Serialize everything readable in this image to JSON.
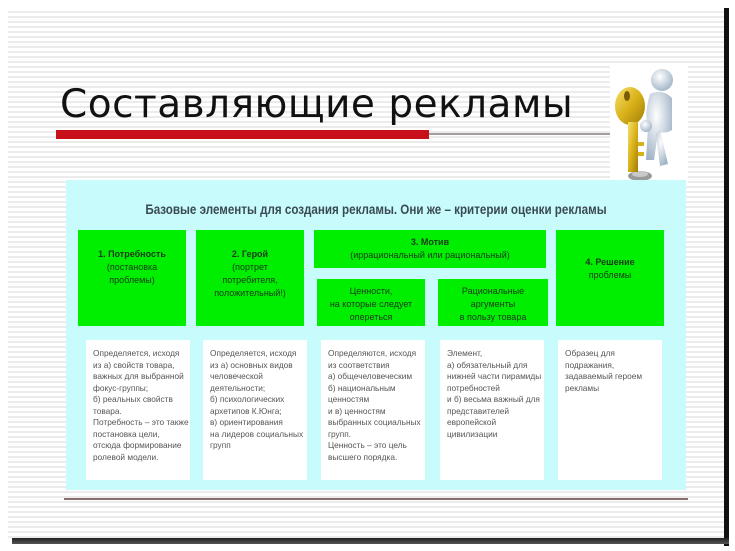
{
  "slide": {
    "title": "Составляющие рекламы",
    "image": "person-with-golden-key-icon",
    "colors": {
      "accent_red": "#c8101a",
      "panel_bg": "#c8fbfc",
      "box_green": "#00ee00",
      "text_dark": "#111111"
    }
  },
  "panel": {
    "heading": "Базовые элементы для создания рекламы. Они же – критерии оценки рекламы",
    "columns": [
      {
        "header": [
          "1. Потребность",
          "(постановка",
          "проблемы)"
        ],
        "description": [
          "Определяется, исходя",
          "из а) свойств товара,",
          "важных для выбранной",
          "фокус-группы;",
          "б) реальных свойств",
          "товара.",
          "Потребность – это также",
          "постановка цели,",
          "отсюда формирование",
          "ролевой модели."
        ]
      },
      {
        "header": [
          "2. Герой",
          "(портрет",
          "потребителя,",
          "положительный!)"
        ],
        "description": [
          "Определяется, исходя",
          "из а) основных видов",
          "человеческой",
          "деятельности;",
          "б) психологических",
          "архетипов К.Юнга;",
          "в) ориентирования",
          "на лидеров социальных",
          "групп"
        ]
      },
      {
        "header": [
          "3. Мотив",
          "(иррациональный или рациональный)"
        ],
        "subheaders": [
          [
            "Ценности,",
            "на которые следует",
            "опереться"
          ],
          [
            "Рациональные",
            "аргументы",
            "в пользу товара"
          ]
        ],
        "description": [
          "Определяются, исходя",
          "из соответствия",
          "а) общечеловеческим",
          "б) национальным",
          "ценностям",
          "и в) ценностям",
          "выбранных социальных",
          "групп.",
          "Ценность – это цель",
          "высшего порядка."
        ],
        "description2": [
          "Элемент,",
          "а) обязательный для",
          "нижней части пирамиды",
          "потребностей",
          "и  б) весьма важный для",
          "представителей",
          "европейской",
          "цивилизации"
        ]
      },
      {
        "header": [
          "4. Решение",
          "проблемы"
        ],
        "description": [
          "Образец для",
          "подражания,",
          "задаваемый героем",
          "рекламы"
        ]
      }
    ]
  }
}
